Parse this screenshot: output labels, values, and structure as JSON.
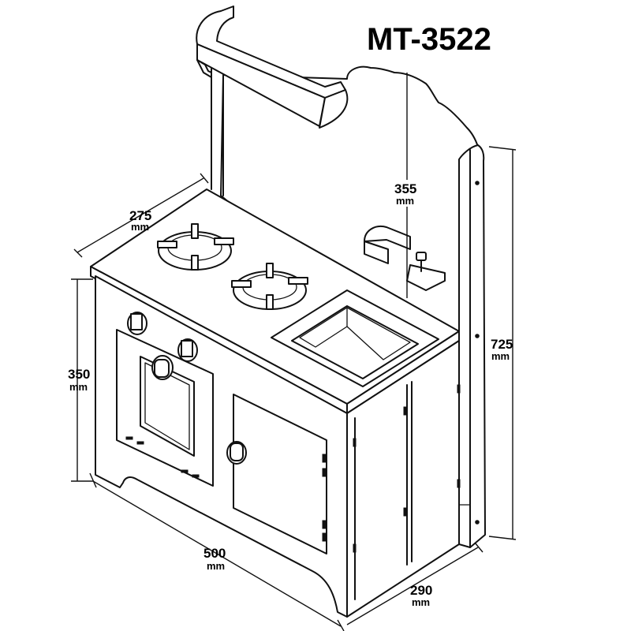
{
  "model": "MT-3522",
  "dimensions": {
    "width": {
      "value": "500",
      "unit": "mm"
    },
    "depth": {
      "value": "290",
      "unit": "mm"
    },
    "height_total": {
      "value": "725",
      "unit": "mm"
    },
    "height_counter": {
      "value": "350",
      "unit": "mm"
    },
    "top_depth": {
      "value": "275",
      "unit": "mm"
    },
    "backboard_height": {
      "value": "355",
      "unit": "mm"
    }
  }
}
